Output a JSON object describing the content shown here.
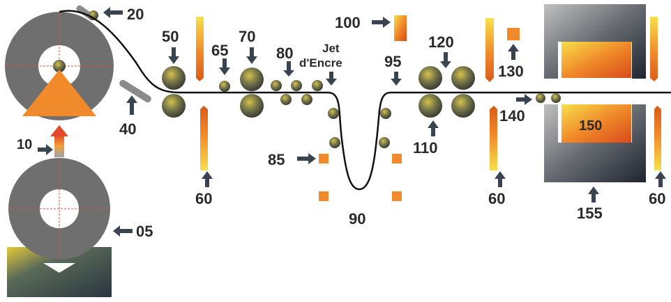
{
  "labels": {
    "l05": "05",
    "l10": "10",
    "l20": "20",
    "l40": "40",
    "l50": "50",
    "l60a": "60",
    "l60b": "60",
    "l60c": "60",
    "l65": "65",
    "l70": "70",
    "l80": "80",
    "l85": "85",
    "l90": "90",
    "l95": "95",
    "l100": "100",
    "l110": "110",
    "l120": "120",
    "l130": "130",
    "l140": "140",
    "l150": "150",
    "l155": "155",
    "jet_line1": "Jet",
    "jet_line2": "d'Encre"
  },
  "colors": {
    "roll_gray": "#707070",
    "dark": "#2b2b2b",
    "orange": "#f08a2a",
    "yellow": "#f4d33c",
    "web": "#111111"
  }
}
